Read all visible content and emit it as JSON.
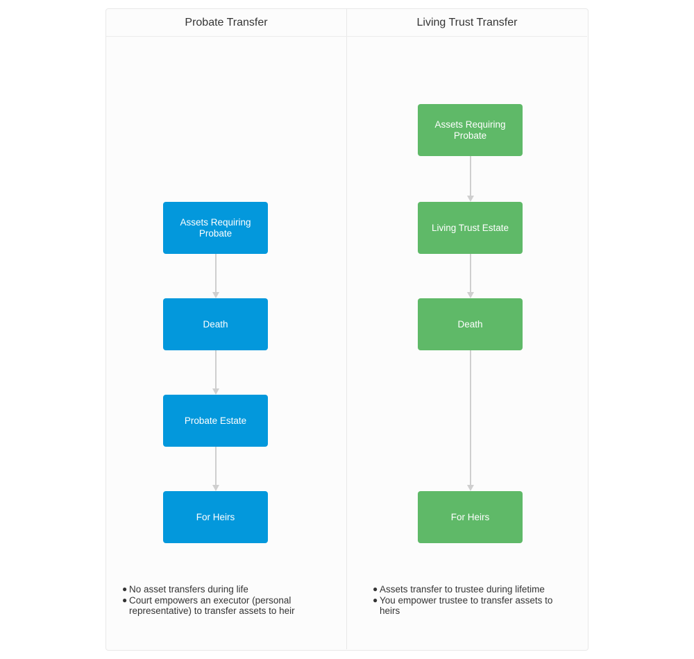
{
  "columns": {
    "left": {
      "title": "Probate Transfer",
      "color": "#0398dc",
      "nodes": [
        "Assets Requiring Probate",
        "Death",
        "Probate Estate",
        "For Heirs"
      ],
      "notes": [
        "No asset transfers during life",
        "Court empowers an executor (personal representative) to transfer assets to heir"
      ]
    },
    "right": {
      "title": "Living Trust Transfer",
      "color": "#5fb968",
      "nodes": [
        "Assets Requiring Probate",
        "Living Trust Estate",
        "Death",
        "For Heirs"
      ],
      "notes": [
        "Assets transfer to trustee during lifetime",
        "You empower trustee to transfer assets to heirs"
      ]
    }
  },
  "colors": {
    "arrow": "#cfcfcf",
    "text": "#333333",
    "divider": "#e8e8e8"
  }
}
